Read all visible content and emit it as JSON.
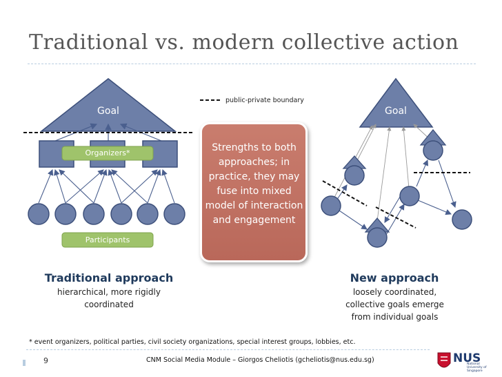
{
  "slide": {
    "title": "Traditional vs. modern collective action",
    "page_number": "9",
    "footer": "CNM Social Media Module – Giorgos Cheliotis (gcheliotis@nus.edu.sg)",
    "footnote": "* event organizers, political parties,  civil society organizations, special interest groups, lobbies, etc."
  },
  "legend": {
    "label": "public-private boundary"
  },
  "traditional": {
    "goal_label": "Goal",
    "organizers_label": "Organizers*",
    "participants_label": "Participants",
    "heading": "Traditional approach",
    "description": "hierarchical, more rigidly coordinated"
  },
  "modern": {
    "goal_label": "Goal",
    "heading": "New approach",
    "description": "loosely coordinated, collective goals emerge from individual goals"
  },
  "center": {
    "text": "Strengths to both approaches; in practice, they may fuse into mixed model of interaction and engagement"
  },
  "logo": {
    "name": "NUS",
    "subtitle": "National University of Singapore"
  },
  "colors": {
    "node_fill": "#6d7fa8",
    "node_stroke": "#3c4f7a",
    "pill": "#9fc36b",
    "center_box": "#c07565",
    "heading": "#1f3a5c"
  }
}
